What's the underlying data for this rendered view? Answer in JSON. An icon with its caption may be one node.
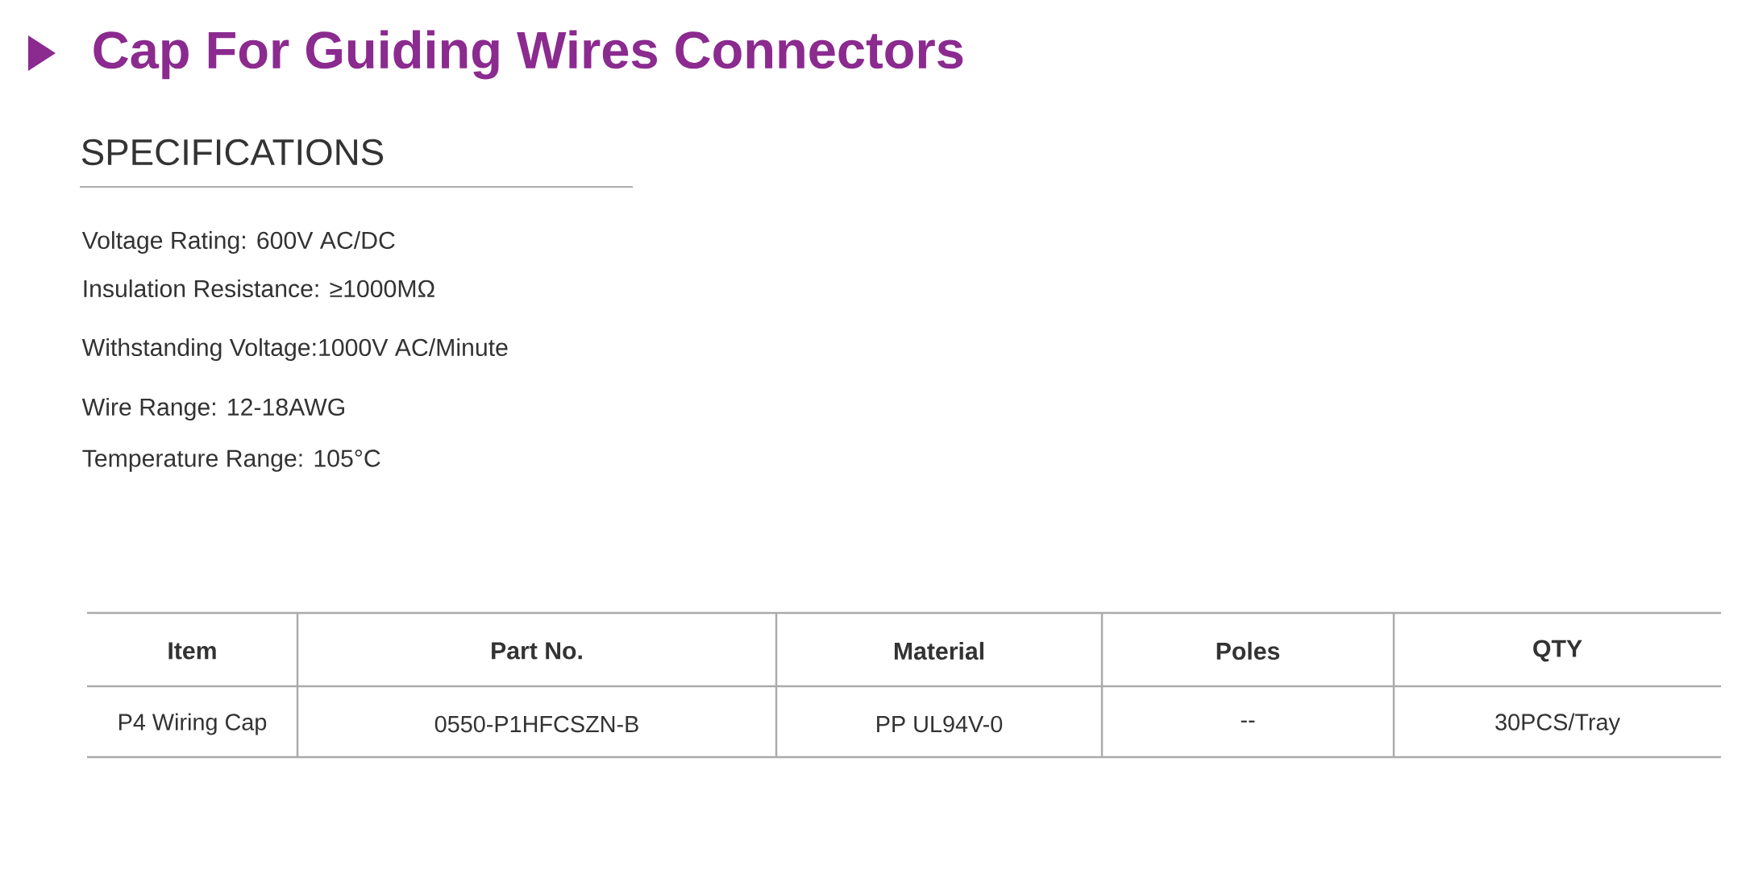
{
  "diagram": {
    "title": "Cap For Guiding Wires Connectors",
    "labels": [
      "SPECIFICATIONS",
      "Voltage Rating: 600V AC/DC",
      "Insulation Resistance: ≥1000MΩ",
      "Withstanding Voltage:1000V AC/Minute",
      "Wire Range: 12-18AWG",
      "Temperature Range: 105°C",
      "Item",
      "Part No.",
      "Material",
      "Poles",
      "QTY",
      "P4 Wiring Cap",
      "0550-P1HFCSZN-B",
      "PP UL94V-0",
      "--",
      "30PCS/Tray"
    ]
  }
}
